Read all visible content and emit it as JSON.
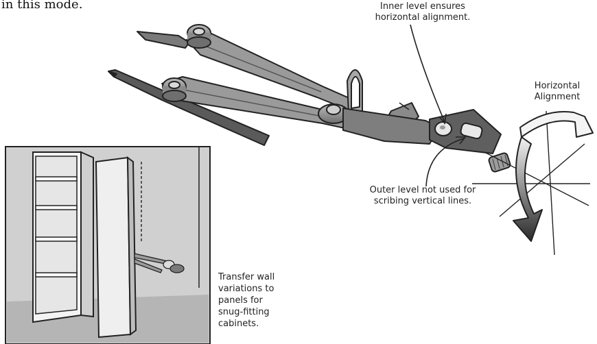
{
  "intro_fragment": "in this mode.",
  "callouts": {
    "inner_level": [
      "Inner level ensures",
      "horizontal alignment."
    ],
    "horizontal_alignment": [
      "Horizontal",
      "Alignment"
    ],
    "outer_level": [
      "Outer level not used for",
      "scribing vertical lines."
    ]
  },
  "side_note": [
    "Transfer wall",
    "variations to",
    "panels for",
    "snug-fitting",
    "cabinets."
  ],
  "colors": {
    "ink": "#222222",
    "gray_light": "#c9c9c9",
    "gray_mid": "#9a9a9a",
    "gray_dark": "#5a5a5a"
  }
}
